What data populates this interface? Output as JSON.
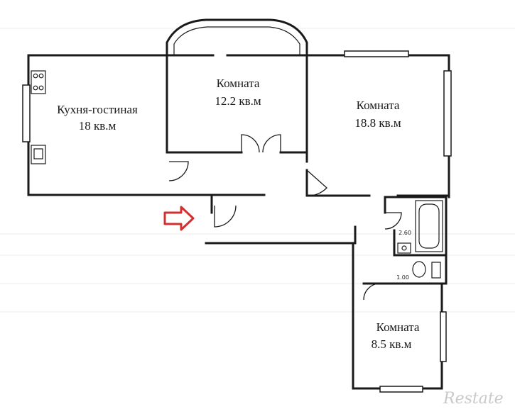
{
  "rooms": [
    {
      "name": "Кухня-гостиная",
      "area": "18 кв.м"
    },
    {
      "name": "Комната",
      "area": "12.2 кв.м"
    },
    {
      "name": "Комната",
      "area": "18.8 кв.м"
    },
    {
      "name": "Комната",
      "area": "8.5 кв.м"
    }
  ],
  "bathroom": {
    "dimension": "2.60"
  },
  "toilet": {
    "dimension": "1.00"
  },
  "watermark": "Restate",
  "colors": {
    "walls": "#1a1a1a",
    "entry_arrow": "#d32f2f",
    "background": "#ffffff"
  },
  "icons": [
    "entry-arrow-icon",
    "stove-icon",
    "sink-icon",
    "bathtub-icon",
    "toilet-icon",
    "washbasin-icon"
  ]
}
